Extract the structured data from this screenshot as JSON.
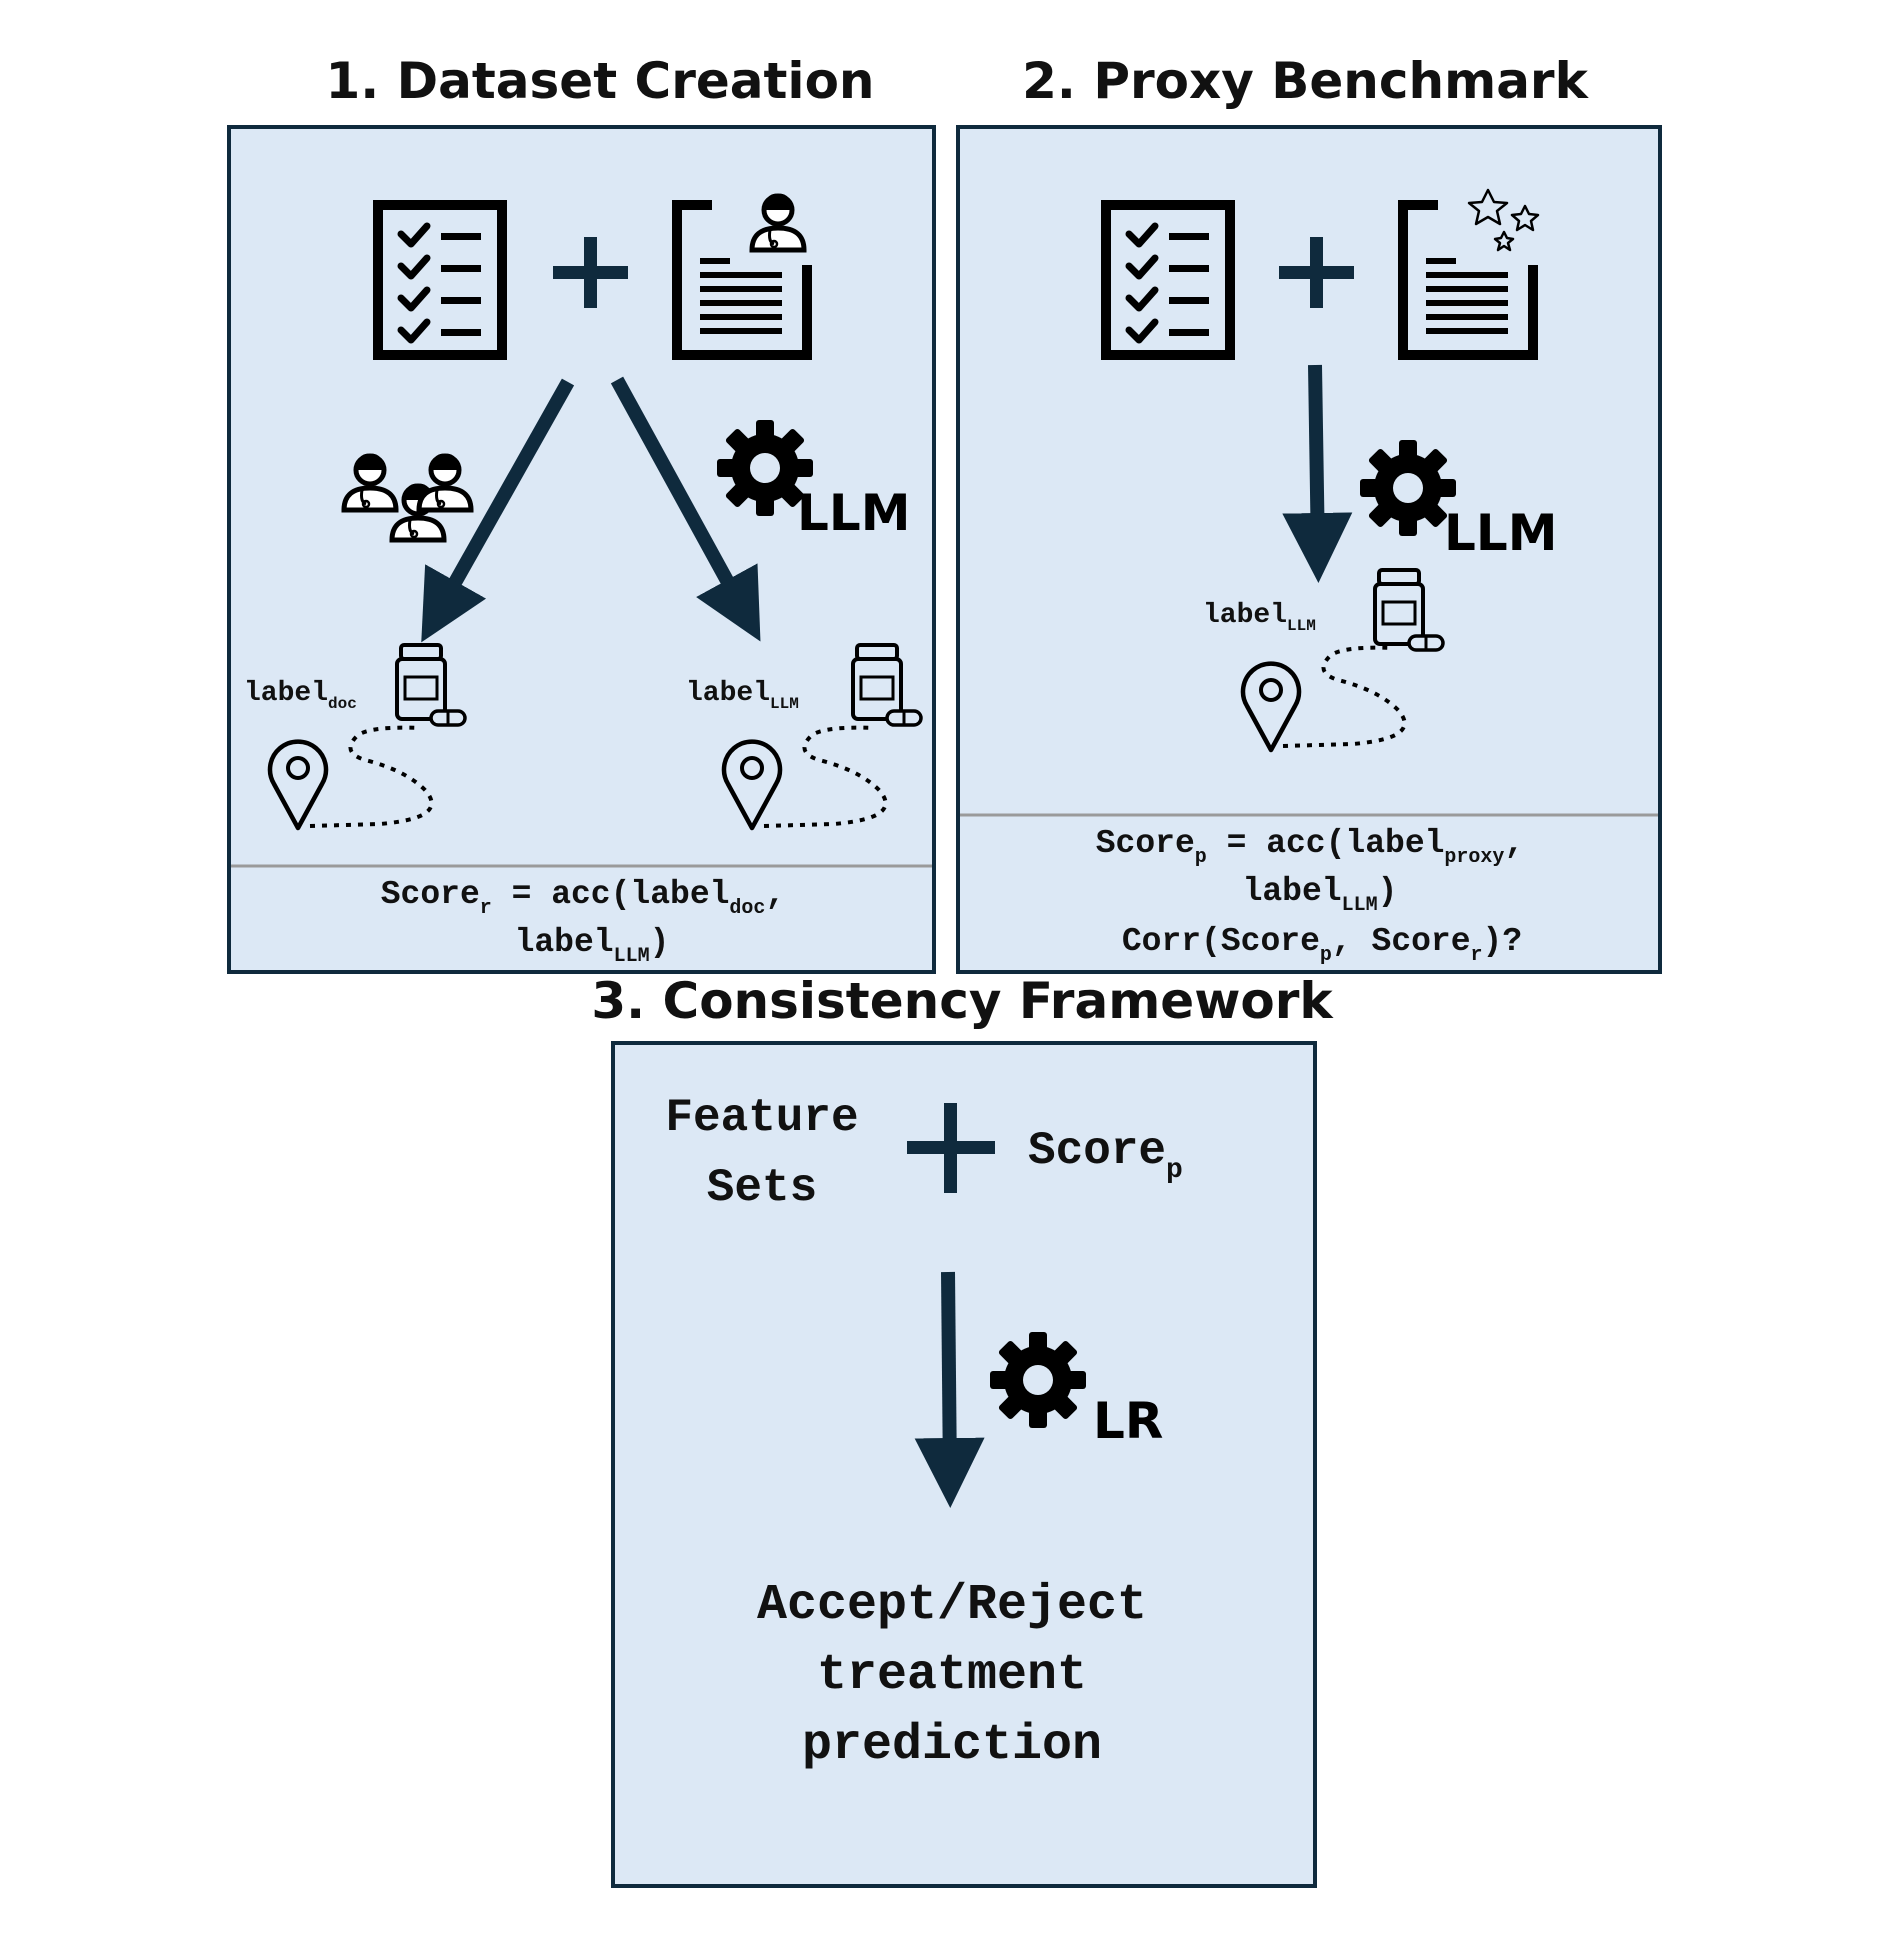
{
  "colors": {
    "panel_fill": "#dce8f5",
    "panel_border": "#0f2a3d",
    "arrow": "#0f2a3d",
    "divider": "#9a9a9a"
  },
  "panels": {
    "dataset_creation": {
      "title": "1. Dataset Creation",
      "llm_label": "LLM",
      "label_doc_base": "label",
      "label_doc_sub": "doc",
      "label_llm_base": "label",
      "label_llm_sub": "LLM",
      "formula_line1_a": "Score",
      "formula_line1_sub": "r",
      "formula_line1_b": " = acc(label",
      "formula_line1_sub2": "doc",
      "formula_line1_c": ",",
      "formula_line2_a": "label",
      "formula_line2_sub": "LLM",
      "formula_line2_b": ")"
    },
    "proxy_benchmark": {
      "title": "2. Proxy Benchmark",
      "llm_label": "LLM",
      "label_llm_base": "label",
      "label_llm_sub": "LLM",
      "formula_line1_a": "Score",
      "formula_line1_sub": "p",
      "formula_line1_b": " = acc(label",
      "formula_line1_sub2": "proxy",
      "formula_line1_c": ",",
      "formula_line2_a": "label",
      "formula_line2_sub": "LLM",
      "formula_line2_b": ")",
      "corr_a": "Corr(Score",
      "corr_sub1": "p",
      "corr_b": ", Score",
      "corr_sub2": "r",
      "corr_c": ")?"
    },
    "consistency_framework": {
      "title": "3. Consistency Framework",
      "feature_line1": "Feature",
      "feature_line2": "Sets",
      "score_base": "Score",
      "score_sub": "p",
      "lr_label": "LR",
      "result_line1": "Accept/Reject",
      "result_line2": "treatment",
      "result_line3": "prediction"
    }
  },
  "icons": [
    "checklist-icon",
    "plus-icon",
    "doctor-report-icon",
    "star-report-icon",
    "clinicians-group-icon",
    "gear-icon",
    "medicine-bottle-icon",
    "pill-icon",
    "location-pin-icon",
    "dotted-path-icon",
    "arrow-icon"
  ]
}
